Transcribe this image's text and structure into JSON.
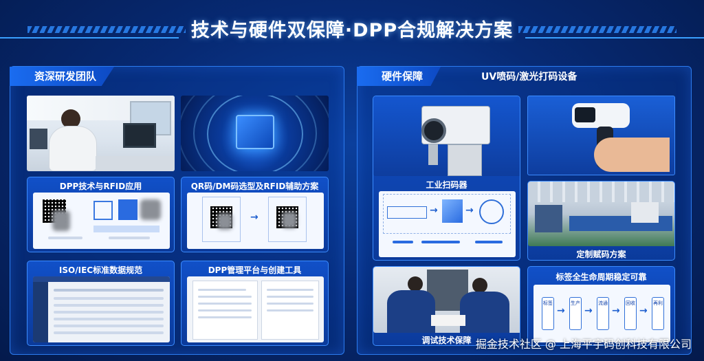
{
  "header": {
    "title": "技术与硬件双保障·DPP合规解决方案"
  },
  "left": {
    "section_title": "资深研发团队",
    "cards": [
      {
        "label": "DPP技术与RFID应用"
      },
      {
        "label": "QR码/DM码选型及RFID辅助方案"
      },
      {
        "label": "ISO/IEC标准数据规范"
      },
      {
        "label": "DPP管理平台与创建工具"
      }
    ]
  },
  "right": {
    "section_title": "硬件保障",
    "sub_heading": "UV喷码/激光打码设备",
    "cards": [
      {
        "label": "工业扫码器"
      },
      {
        "label": "定制赋码方案"
      },
      {
        "label": "标签全生命周期稳定可靠"
      },
      {
        "label": "调试技术保障"
      }
    ],
    "tag_steps": [
      "标签",
      "生产",
      "流通",
      "回收",
      "再利"
    ]
  },
  "watermark": "掘金技术社区 @ 上海平宇码创科技有限公司",
  "colors": {
    "accent": "#1a6cf0",
    "background": "#072a74",
    "border": "#2c7cf0"
  }
}
